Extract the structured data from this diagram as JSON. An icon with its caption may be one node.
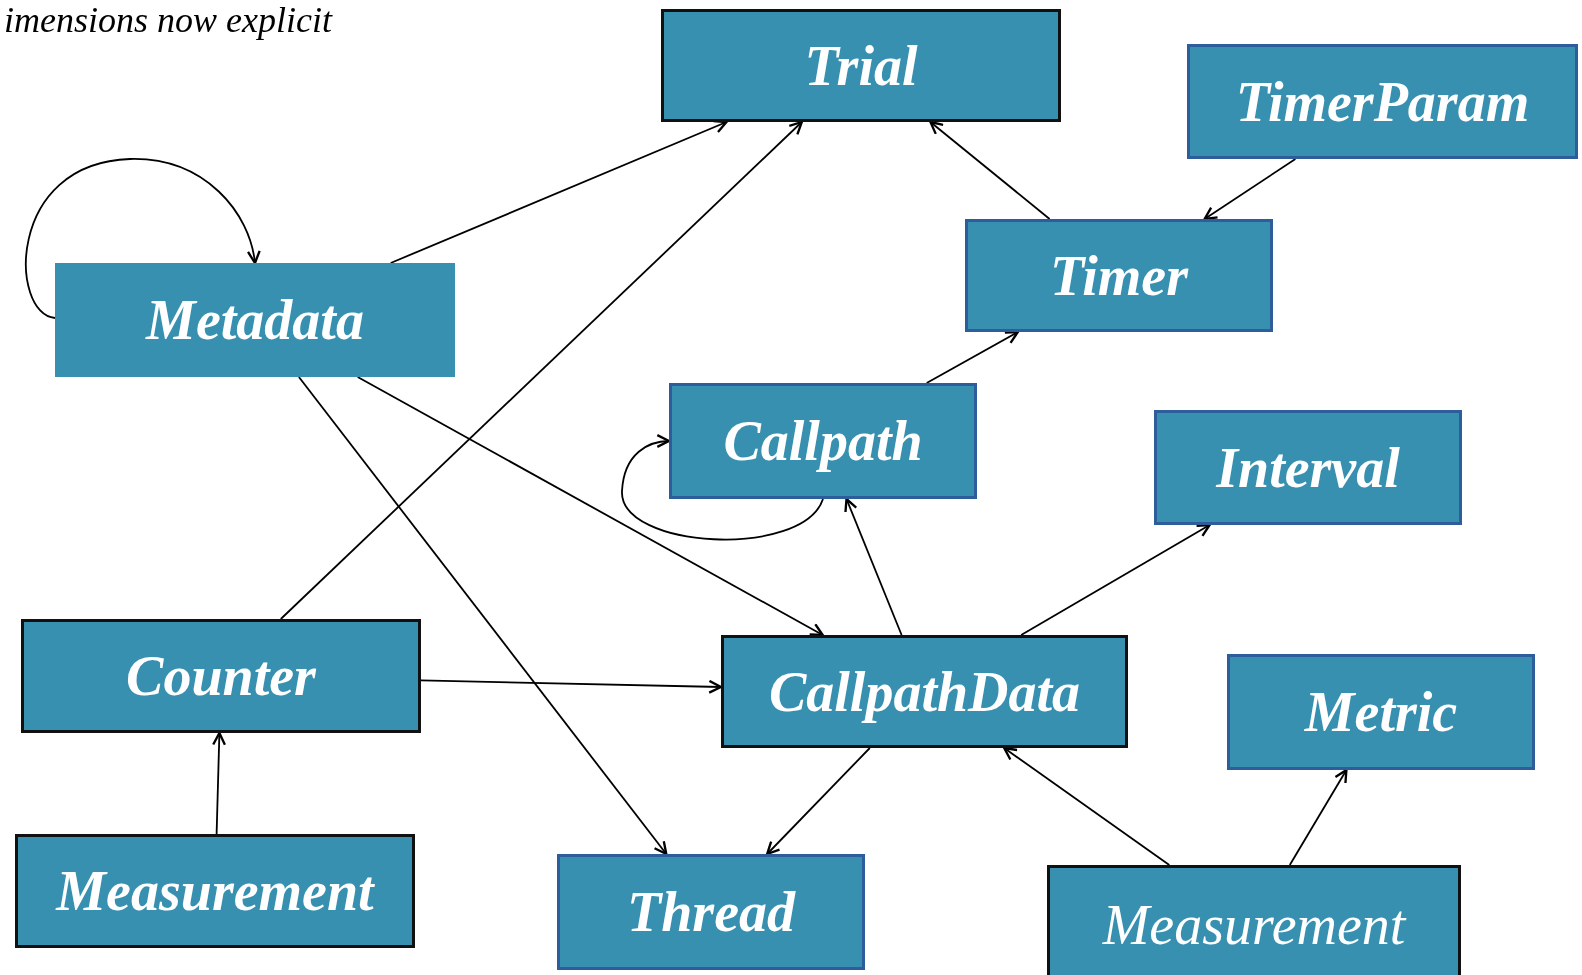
{
  "diagram": {
    "nodes": [
      {
        "text": [
          "Trial"
        ]
      },
      {
        "text": [
          "TimerParam"
        ]
      },
      {
        "text": [
          "Metadata"
        ]
      },
      {
        "text": [
          "Timer"
        ]
      },
      {
        "text": [
          "Callpath"
        ]
      },
      {
        "text": [
          "Interval"
        ]
      },
      {
        "text": [
          "Counter"
        ]
      },
      {
        "text": [
          "CallpathData"
        ]
      },
      {
        "text": [
          "Metric"
        ]
      },
      {
        "text": [
          "Measurement"
        ]
      },
      {
        "text": [
          "Thread"
        ]
      },
      {
        "text": [
          "Measurement"
        ]
      }
    ],
    "edges": [
      {
        "from": 2,
        "to": 2,
        "arrow": "to"
      },
      {
        "from": 4,
        "to": 4,
        "arrow": "to"
      },
      {
        "from": 2,
        "to": 0,
        "arrow": "to"
      },
      {
        "from": 3,
        "to": 0,
        "arrow": "to"
      },
      {
        "from": 1,
        "to": 3,
        "arrow": "to"
      },
      {
        "from": 4,
        "to": 3,
        "arrow": "to"
      },
      {
        "from": 6,
        "to": 0,
        "arrow": "to"
      },
      {
        "from": 2,
        "to": 7,
        "arrow": "to"
      },
      {
        "from": 2,
        "to": 10,
        "arrow": "to"
      },
      {
        "from": 6,
        "to": 7,
        "arrow": "to"
      },
      {
        "from": 7,
        "to": 4,
        "arrow": "to"
      },
      {
        "from": 7,
        "to": 5,
        "arrow": "to"
      },
      {
        "from": 7,
        "to": 10,
        "arrow": "to"
      },
      {
        "from": 9,
        "to": 6,
        "arrow": "to"
      },
      {
        "from": 11,
        "to": 7,
        "arrow": "to"
      },
      {
        "from": 11,
        "to": 8,
        "arrow": "to"
      }
    ],
    "labels": [
      "imensions now explicit"
    ]
  }
}
